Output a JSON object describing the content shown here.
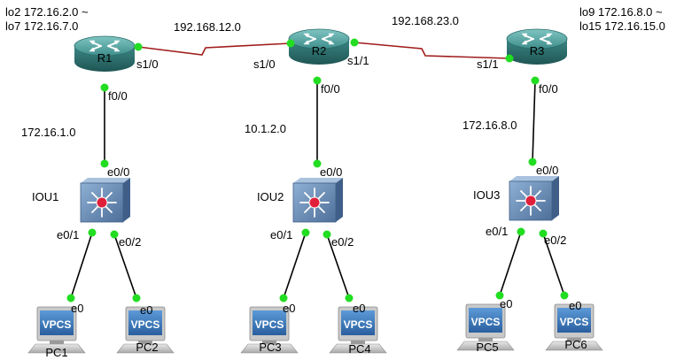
{
  "routers": [
    {
      "id": "R1",
      "label": "R1"
    },
    {
      "id": "R2",
      "label": "R2"
    },
    {
      "id": "R3",
      "label": "R3"
    }
  ],
  "switches": [
    {
      "id": "IOU1",
      "label": "IOU1"
    },
    {
      "id": "IOU2",
      "label": "IOU2"
    },
    {
      "id": "IOU3",
      "label": "IOU3"
    }
  ],
  "pcs": [
    {
      "id": "PC1",
      "label": "PC1",
      "screen": "VPCS"
    },
    {
      "id": "PC2",
      "label": "PC2",
      "screen": "VPCS"
    },
    {
      "id": "PC3",
      "label": "PC3",
      "screen": "VPCS"
    },
    {
      "id": "PC4",
      "label": "PC4",
      "screen": "VPCS"
    },
    {
      "id": "PC5",
      "label": "PC5",
      "screen": "VPCS"
    },
    {
      "id": "PC6",
      "label": "PC6",
      "screen": "VPCS"
    }
  ],
  "loopbacks": {
    "r1_line1": "lo2 172.16.2.0 ~",
    "r1_line2": "lo7 172.16.7.0",
    "r3_line1": "lo9 172.16.8.0 ~",
    "r3_line2": "lo15 172.16.15.0"
  },
  "networks": {
    "r1_r2": "192.168.12.0",
    "r2_r3": "192.168.23.0",
    "lan1": "172.16.1.0",
    "lan2": "10.1.2.0",
    "lan3": "172.16.8.0"
  },
  "interfaces": {
    "r1_s": "s1/0",
    "r2_s0": "s1/0",
    "r2_s1": "s1/1",
    "r3_s": "s1/1",
    "r1_f": "f0/0",
    "r2_f": "f0/0",
    "r3_f": "f0/0",
    "sw1_up": "e0/0",
    "sw2_up": "e0/0",
    "sw3_up": "e0/0",
    "sw1_p1": "e0/1",
    "sw1_p2": "e0/2",
    "sw2_p1": "e0/1",
    "sw2_p2": "e0/2",
    "sw3_p1": "e0/1",
    "sw3_p2": "e0/2",
    "pc1_e": "e0",
    "pc2_e": "e0",
    "pc3_e": "e0",
    "pc4_e": "e0",
    "pc5_e": "e0",
    "pc6_e": "e0"
  },
  "colors": {
    "router_body": "#3f8e8c",
    "switch_body": "#5b7da8",
    "serial_link": "#a01c1c",
    "link_dot": "#22dd22",
    "vpcs_screen": "#2f6fb5"
  }
}
